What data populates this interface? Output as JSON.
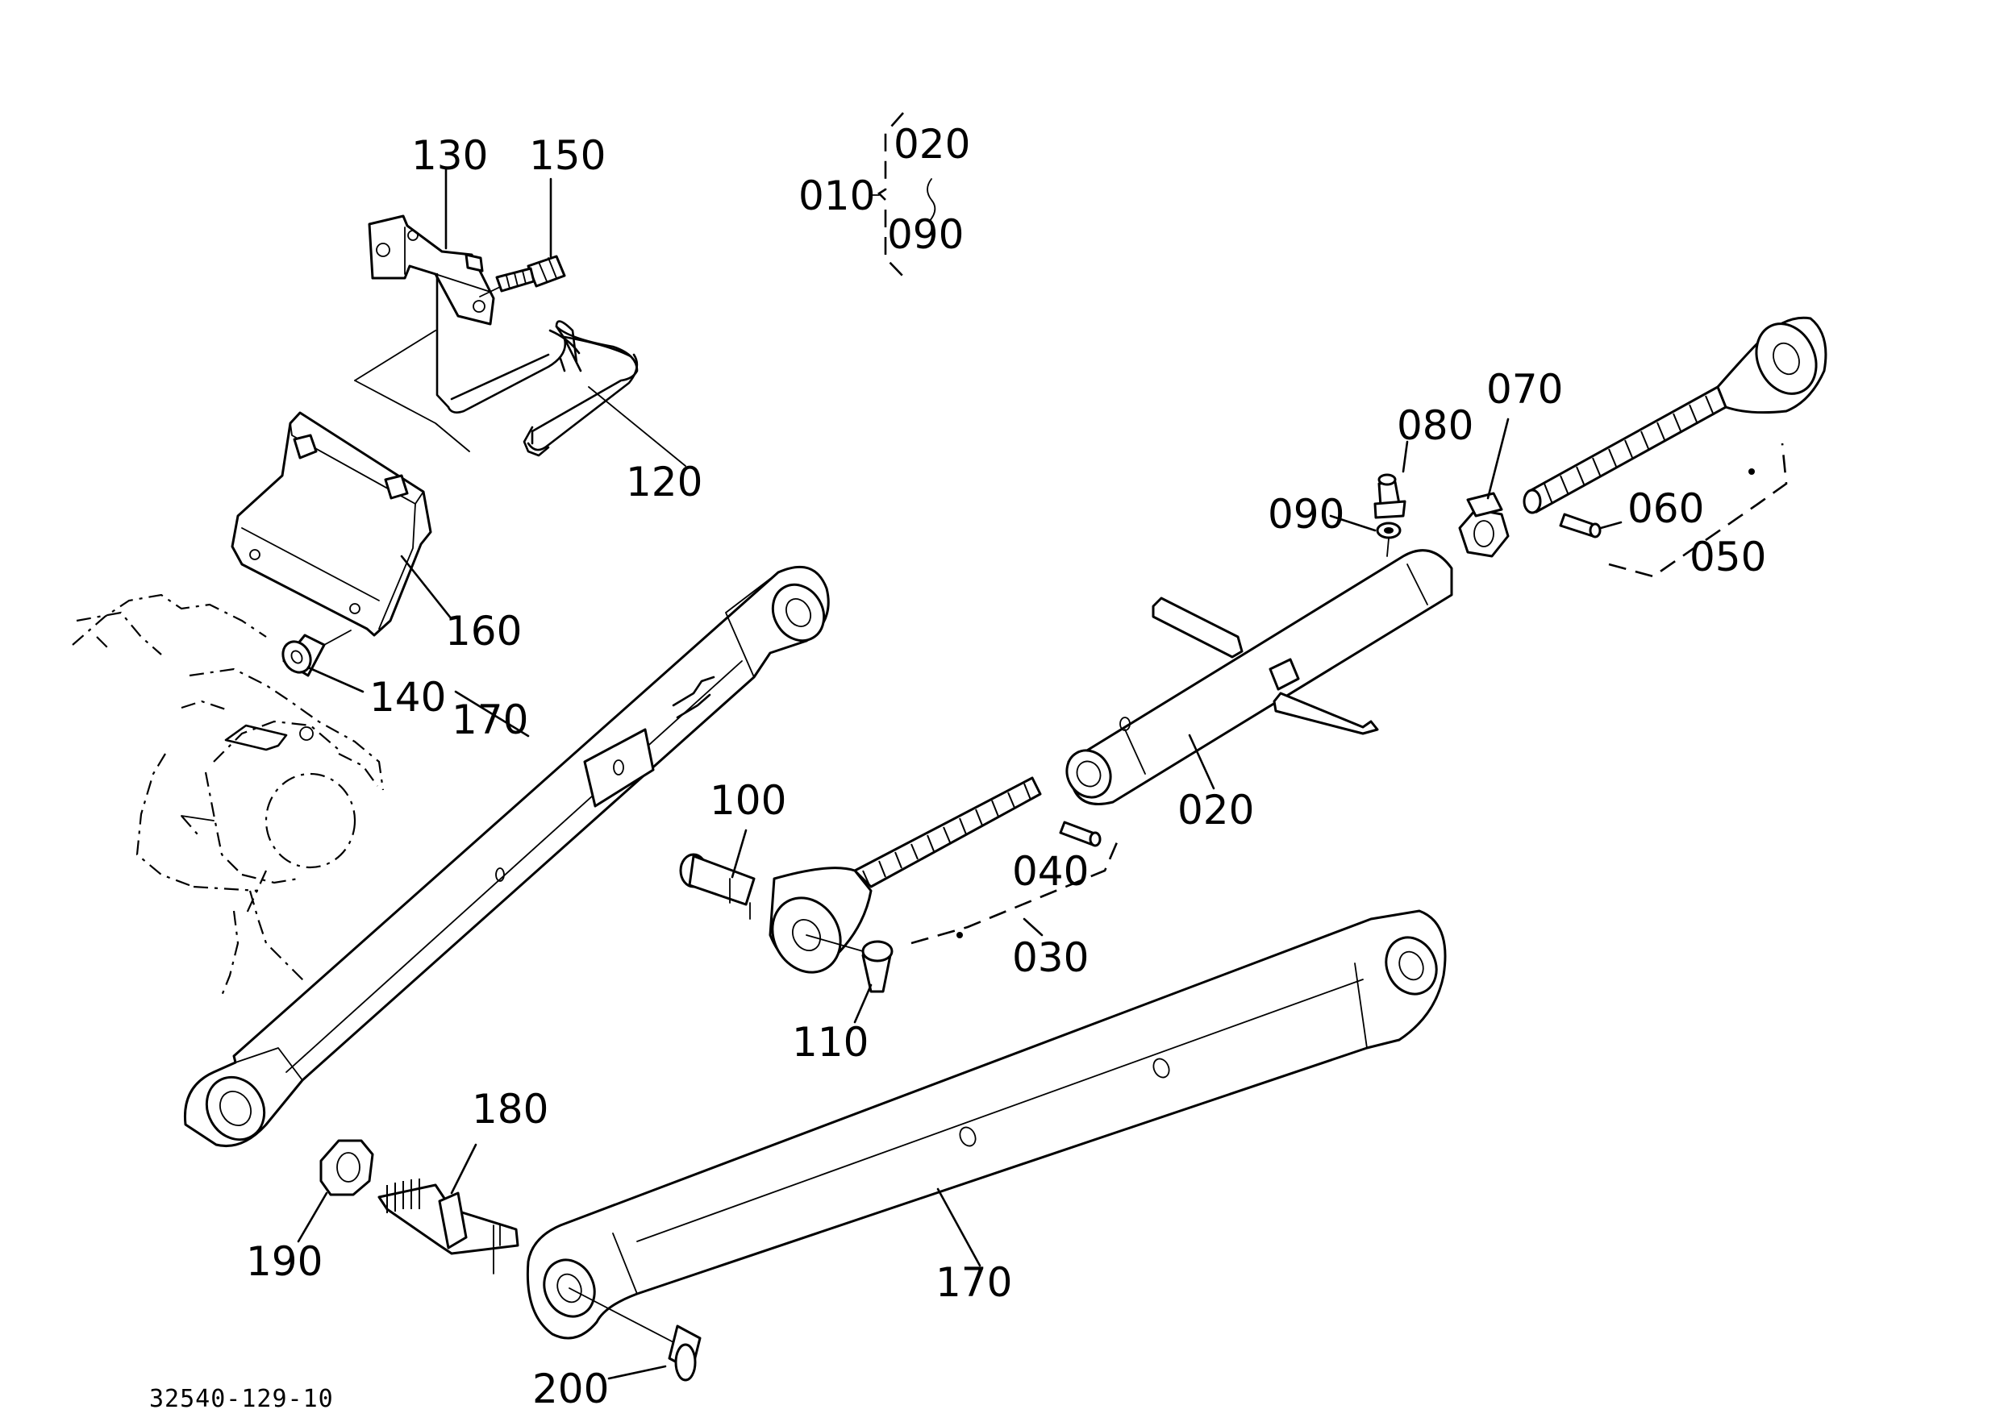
{
  "diagram": {
    "document_code": "32540-129-10",
    "assembly_bracket": {
      "parent": "010",
      "range_start": "020",
      "range_end": "090"
    },
    "labels": {
      "p130": "130",
      "p150": "150",
      "p120": "120",
      "p160": "160",
      "p140": "140",
      "p170_upper": "170",
      "p170_lower": "170",
      "p100": "100",
      "p110": "110",
      "p080": "080",
      "p070": "070",
      "p090": "090",
      "p060": "060",
      "p050": "050",
      "p020": "020",
      "p040": "040",
      "p030": "030",
      "p180": "180",
      "p190": "190",
      "p200": "200"
    }
  }
}
